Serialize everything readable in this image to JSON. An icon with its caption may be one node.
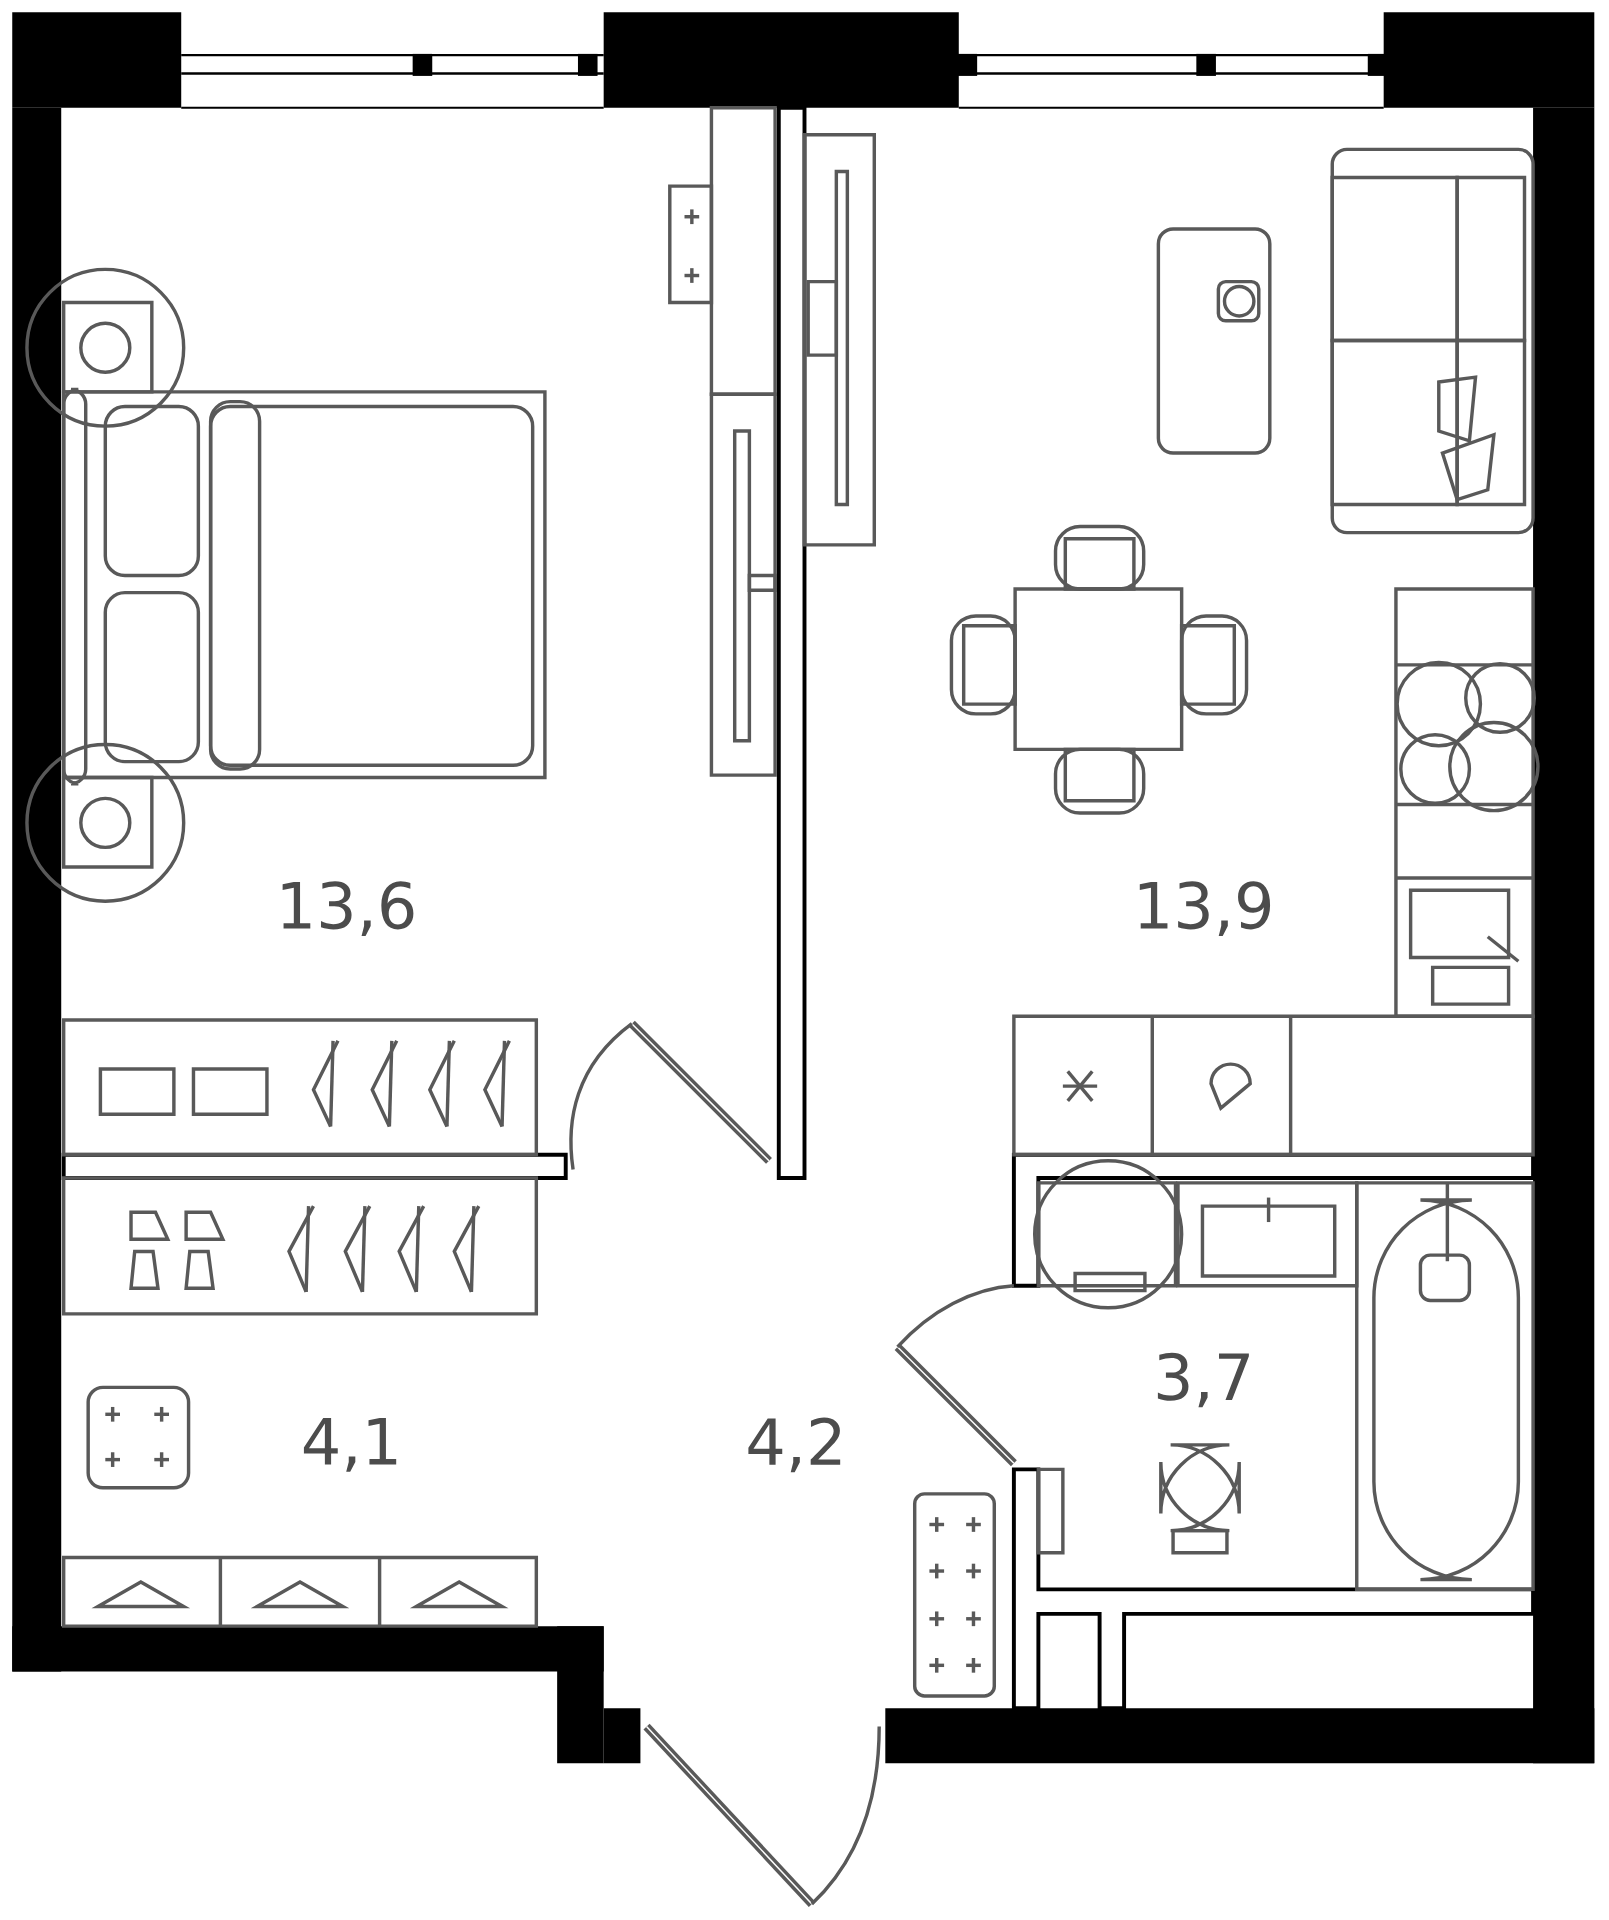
{
  "diagram": {
    "labels": [
      "13,6",
      "13,9",
      "3,7",
      "4,1",
      "4,2"
    ]
  }
}
